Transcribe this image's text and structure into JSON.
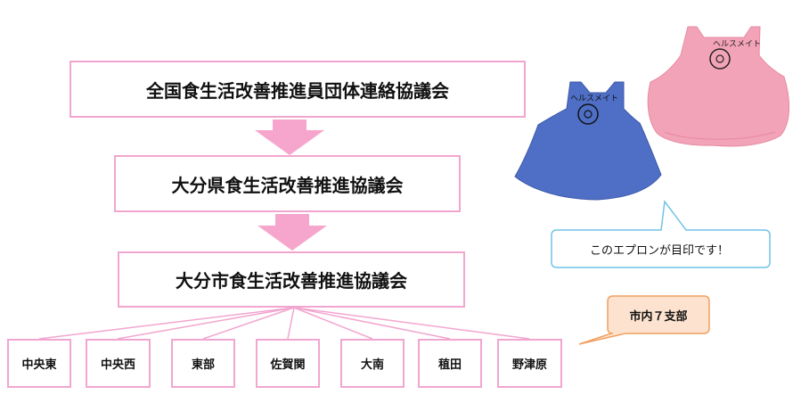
{
  "hierarchy": {
    "national": "全国食生活改善推進員団体連絡協議会",
    "prefecture": "大分県食生活改善推進協議会",
    "city": "大分市食生活改善推進協議会"
  },
  "branches": [
    "中央東",
    "中央西",
    "東部",
    "佐賀関",
    "大南",
    "稙田",
    "野津原"
  ],
  "callouts": {
    "apron_note": "このエプロンが目印です！",
    "branch_count": "市内７支部"
  },
  "aprons": {
    "label": "ヘルスメイト",
    "colors": {
      "blue": "#4f6fc6",
      "pink": "#f3a3b8"
    }
  },
  "colors": {
    "box_border": "#f2a6cf",
    "arrow": "#f6a6cc",
    "bubble_border": "#6fc4e6",
    "orange_border": "#f0a060",
    "orange_fill": "#fde3cf"
  }
}
